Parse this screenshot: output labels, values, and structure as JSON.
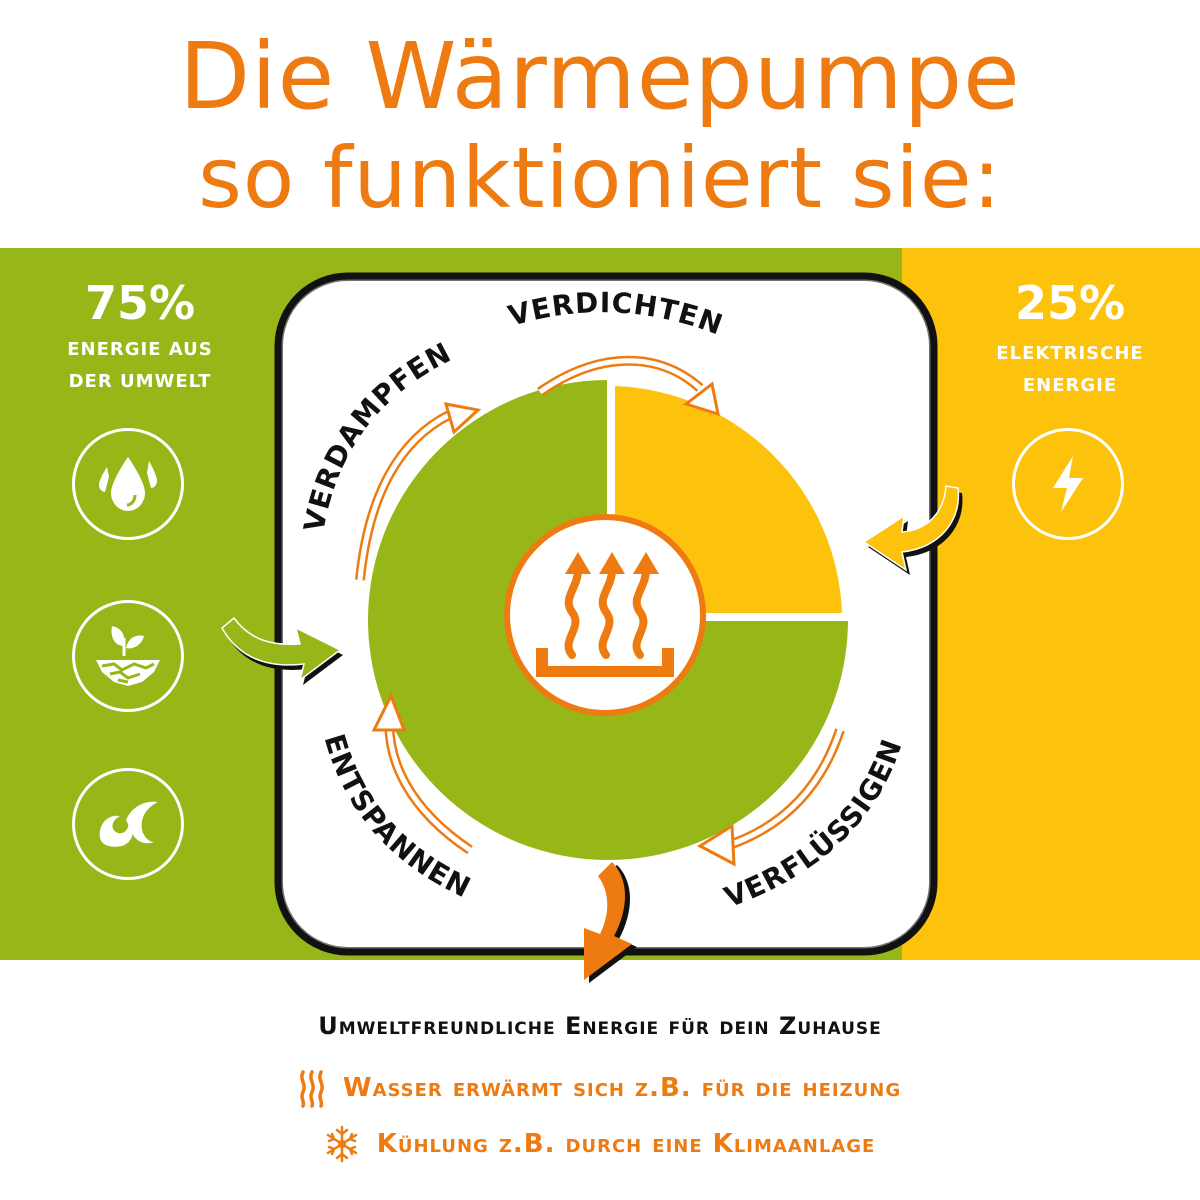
{
  "title": {
    "line1": "Die Wärmepumpe",
    "line2": "so funktioniert sie:"
  },
  "left_panel": {
    "percent": "75%",
    "label_line1": "ENERGIE AUS",
    "label_line2": "DER UMWELT",
    "icons": [
      "water-drops-icon",
      "soil-plant-icon",
      "air-wind-icon"
    ],
    "color": "#97b718"
  },
  "right_panel": {
    "percent": "25%",
    "label_line1": "ELEKTRISCHE",
    "label_line2": "ENERGIE",
    "icons": [
      "lightning-bolt-icon"
    ],
    "color": "#fdc20b"
  },
  "cycle": {
    "steps": [
      "VERDICHTEN",
      "VERFLÜSSIGEN",
      "ENTSPANNEN",
      "VERDAMPFEN"
    ],
    "center_icon": "heat-rising-icon",
    "share_environment": 75,
    "share_electric": 25,
    "accent_color": "#ee7b12"
  },
  "bottom": {
    "heading": "Umweltfreundliche Energie für dein Zuhause",
    "items": [
      {
        "icon": "heat-waves-icon",
        "text": "Wasser erwärmt sich z.B. für die heizung"
      },
      {
        "icon": "snowflake-icon",
        "text": "Kühlung z.B. durch eine Klimaanlage"
      }
    ]
  }
}
